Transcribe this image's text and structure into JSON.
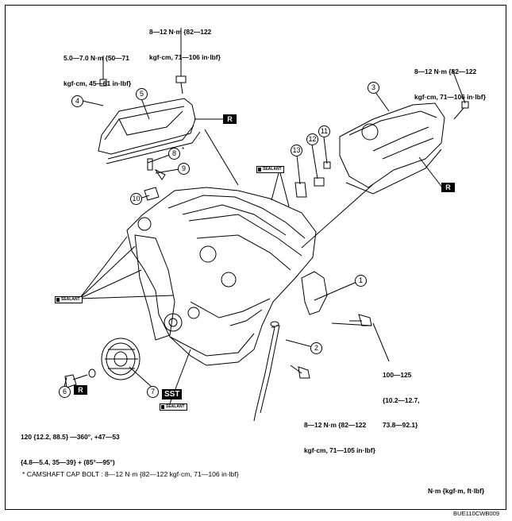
{
  "torque": {
    "top_center": [
      "8—12 N·m {82—122",
      "kgf·cm, 71—106 in·lbf}"
    ],
    "top_left": [
      "5.0—7.0 N·m {50—71",
      "kgf·cm, 45—61 in·lbf}"
    ],
    "top_right": [
      "8—12 N·m {82—122",
      "kgf·cm, 71—106 in·lbf}"
    ],
    "right_mid": [
      "100—125",
      "{10.2—12.7,",
      "73.8—92.1}"
    ],
    "bottom_center": [
      "8—12 N·m {82—122",
      "kgf·cm, 71—105 in·lbf}"
    ],
    "bottom_left": [
      "120 {12.2, 88.5} —360°, +47—53",
      "{4.8—5.4, 35—39} + (85°—95°)"
    ]
  },
  "labels": {
    "replace": "R",
    "sst": "SST",
    "sealant": "SEALANT",
    "asterisk": "*"
  },
  "callouts": [
    "1",
    "2",
    "3",
    "4",
    "5",
    "6",
    "7",
    "8",
    "9",
    "10",
    "11",
    "12",
    "13"
  ],
  "footnote": "* CAMSHAFT CAP BOLT : 8—12 N·m {82—122 kgf·cm, 71—106 in·lbf}",
  "units": "N·m {kgf·m, ft·lbf}",
  "figure_code": "BUE110CWB009"
}
